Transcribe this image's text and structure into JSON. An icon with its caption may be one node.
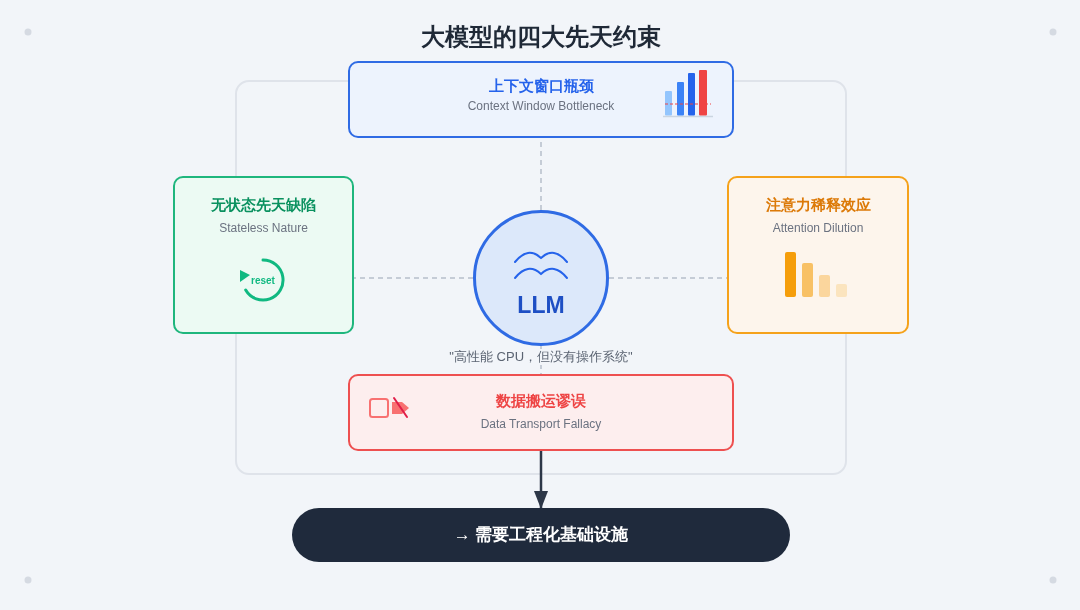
{
  "diagram": {
    "title": "大模型的四大先天约束",
    "nodes": [
      {
        "text": [
          "上下文窗口瓶颈",
          "Context Window Bottleneck"
        ]
      },
      {
        "text": [
          "无状态先天缺陷",
          "Stateless Nature",
          "reset"
        ]
      },
      {
        "text": [
          "LLM"
        ],
        "beside": [
          "\"高性能 CPU，但没有操作系统\""
        ]
      },
      {
        "text": [
          "注意力稀释效应",
          "Attention Dilution"
        ]
      },
      {
        "text": [
          "数据搬运谬误",
          "Data Transport Fallacy"
        ]
      },
      {
        "text": [
          "→ 需要工程化基础设施"
        ]
      }
    ],
    "edges": [
      {
        "from": 2,
        "to": 0,
        "arrow": "none",
        "style": "dashed"
      },
      {
        "from": 2,
        "to": 1,
        "arrow": "none",
        "style": "dashed"
      },
      {
        "from": 2,
        "to": 3,
        "arrow": "none",
        "style": "dashed"
      },
      {
        "from": 2,
        "to": 4,
        "arrow": "none",
        "style": "dashed"
      },
      {
        "from": 4,
        "to": 5,
        "arrow": "to",
        "color": "#2d3748"
      }
    ]
  }
}
